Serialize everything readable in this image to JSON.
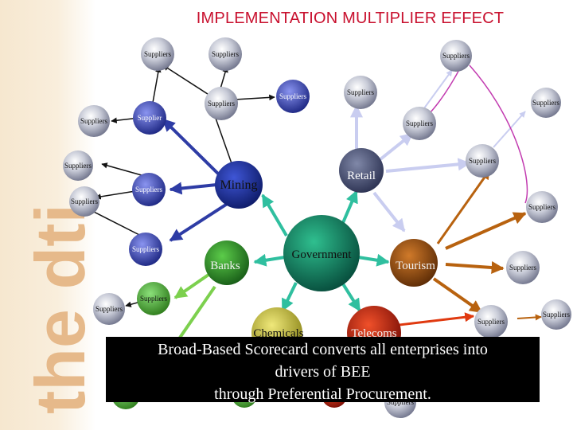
{
  "title": "IMPLEMENTATION MULTIPLIER EFFECT",
  "brand_text": "the dti",
  "caption": {
    "line1": "Broad-Based Scorecard converts all enterprises into",
    "line2": "drivers of BEE",
    "line3": "through Preferential Procurement."
  },
  "colors": {
    "title": "#c8102e",
    "mining": "#1e2f8f",
    "retail": "#4f5773",
    "government": "#0f7a5e",
    "banks": "#2b8a2b",
    "tourism": "#9a4a0b",
    "chemicals": "#c8c23a",
    "telecoms": "#c81d0b",
    "arrow_teal": "#2fbf9f",
    "arrow_blue": "#2e3ca5",
    "arrow_lavender": "#c9cdf0",
    "arrow_brown": "#b8620f",
    "arrow_green": "#7cd04e",
    "arrow_red": "#e03a10"
  },
  "nodes": {
    "mining": "Mining",
    "retail": "Retail",
    "government": "Government",
    "banks": "Banks",
    "tourism": "Tourism",
    "chemicals": "Chemicals",
    "telecoms": "Telecoms"
  },
  "suppliers": [
    "Suppliers",
    "Suppliers",
    "Suppliers",
    "Suppliers",
    "Suppliers",
    "Suppliers",
    "Supplier",
    "Suppliers",
    "Suppliers",
    "Suppliers",
    "Suppliers",
    "Suppliers",
    "Suppliers",
    "Suppliers",
    "Suppliers",
    "Suppliers",
    "Suppliers",
    "Suppliers",
    "Suppliers",
    "Suppliers",
    "Suppliers",
    "Suppliers"
  ]
}
